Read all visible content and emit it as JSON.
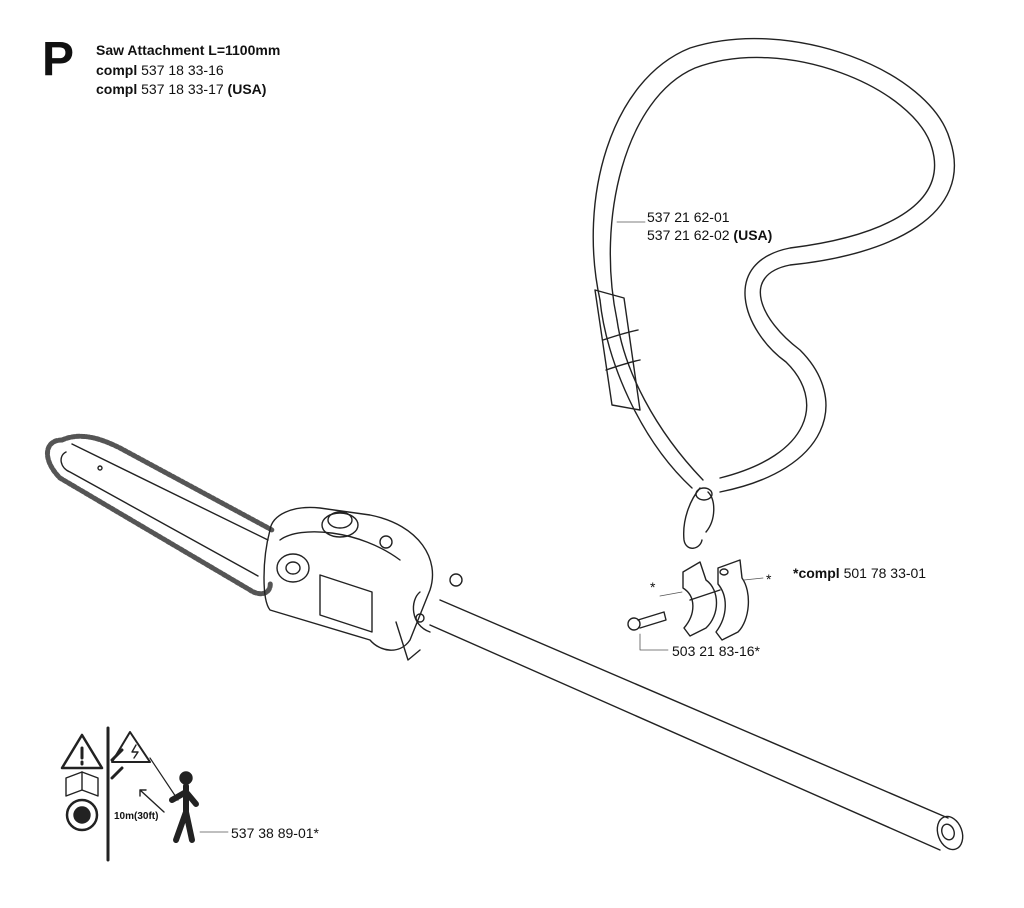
{
  "header": {
    "section_letter": "P",
    "title": "Saw Attachment L=1100mm",
    "lines": [
      {
        "prefix": "compl",
        "number": "537 18 33-16",
        "suffix": ""
      },
      {
        "prefix": "compl",
        "number": "537 18 33-17",
        "suffix": "(USA)"
      }
    ]
  },
  "parts": {
    "strap": {
      "line1": "537 21 62-01",
      "line2_number": "537 21 62-02",
      "line2_suffix": "(USA)"
    },
    "bracket_kit": {
      "prefix": "*compl",
      "number": "501 78 33-01"
    },
    "screw": {
      "number": "503 21 83-16*"
    },
    "decal": {
      "number": "537 38 89-01*"
    },
    "asterisk": "*"
  },
  "decal_text": {
    "distance": "10m(30ft)"
  }
}
